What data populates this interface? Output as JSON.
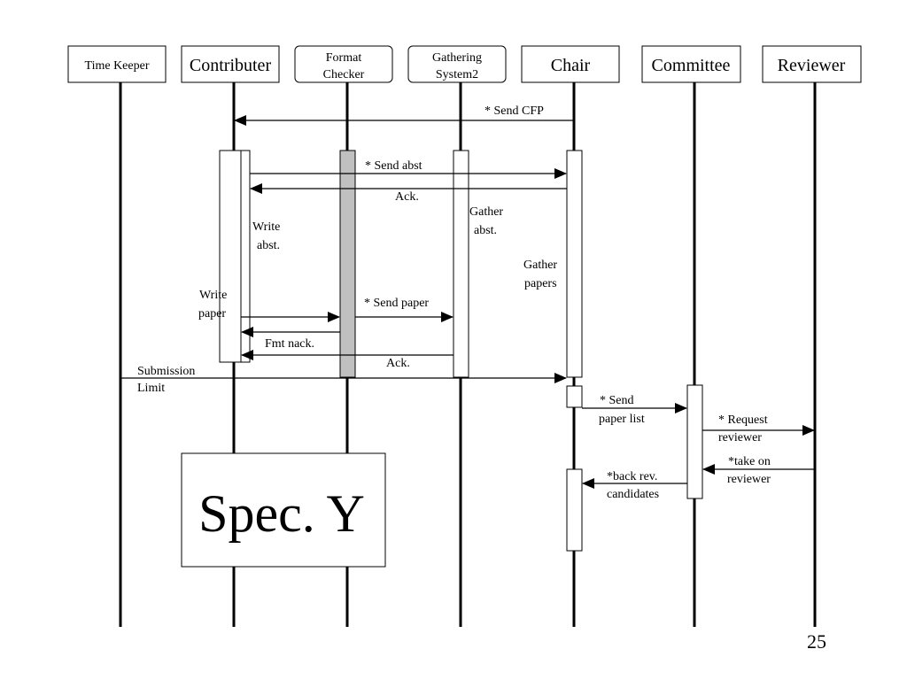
{
  "actors": {
    "time_keeper": "Time Keeper",
    "contributer": "Contributer",
    "format_checker": [
      "Format",
      "Checker"
    ],
    "gathering_system": [
      "Gathering",
      "System2"
    ],
    "chair": "Chair",
    "committee": "Committee",
    "reviewer": "Reviewer"
  },
  "messages": {
    "send_cfp": "* Send CFP",
    "send_abst": "* Send  abst",
    "ack_abst": "Ack.",
    "send_paper": "* Send  paper",
    "fmt_nack": "Fmt nack.",
    "ack_paper": "Ack.",
    "submission_limit": [
      "Submission",
      "Limit"
    ],
    "send_paper_list": [
      "* Send",
      "paper list"
    ],
    "request_reviewer": [
      "* Request",
      "reviewer"
    ],
    "take_on_reviewer": [
      "*take on",
      "reviewer"
    ],
    "back_rev_candidates": [
      "*back rev.",
      "candidates"
    ]
  },
  "notes": {
    "write_abst": [
      "Write",
      "abst."
    ],
    "write_paper": [
      "Write",
      "paper"
    ],
    "gather_abst": [
      "Gather",
      "abst."
    ],
    "gather_papers": [
      "Gather",
      "papers"
    ]
  },
  "spec_label": "Spec. Y",
  "page_number": "25"
}
